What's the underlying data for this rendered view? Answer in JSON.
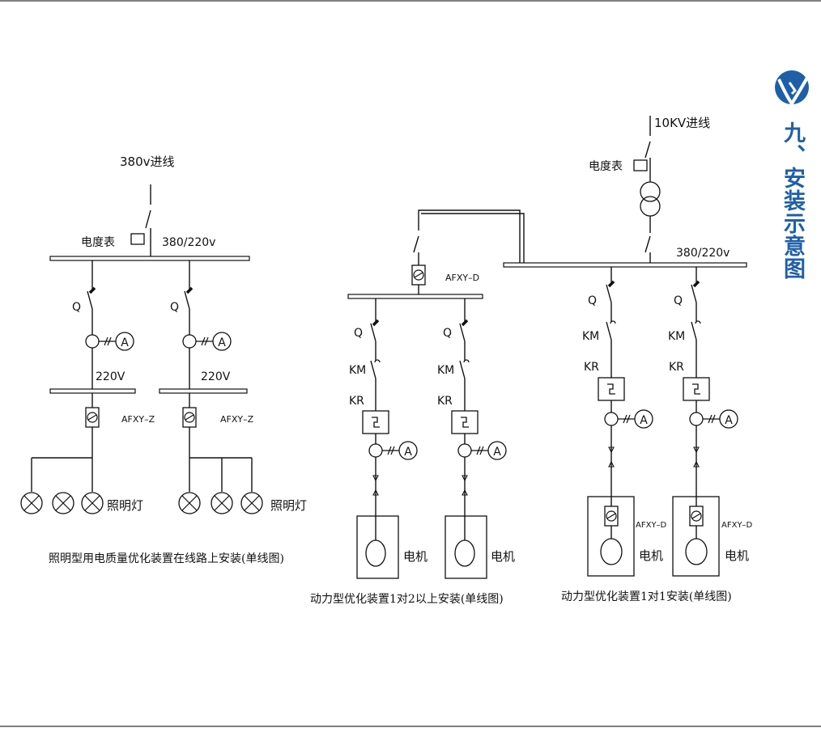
{
  "page_title": "九、安装示意图",
  "colors": {
    "brand": "#1f5fa8",
    "line": "#111111"
  },
  "lighting": {
    "feed": "380v进线",
    "meter": "电度表",
    "bus_voltage": "380/220v",
    "sub_voltage": "220V",
    "breaker": "Q",
    "ammeter": "A",
    "device_1": "AFXY–Z",
    "device_2": "AFXY–Z",
    "lamps": "照明灯",
    "caption": "照明型用电质量优化装置在线路上安装(单线图)"
  },
  "power_multi": {
    "device": "AFXY–D",
    "breaker": "Q",
    "contactor": "KM",
    "relay": "KR",
    "ammeter": "A",
    "motor": "电机",
    "caption": "动力型优化装置1对2以上安装(单线图)"
  },
  "power_single": {
    "feed": "10KV进线",
    "meter": "电度表",
    "bus_voltage": "380/220v",
    "breaker": "Q",
    "contactor": "KM",
    "relay": "KR",
    "ammeter": "A",
    "device": "AFXY–D",
    "motor": "电机",
    "caption": "动力型优化装置1对1安装(单线图)"
  }
}
